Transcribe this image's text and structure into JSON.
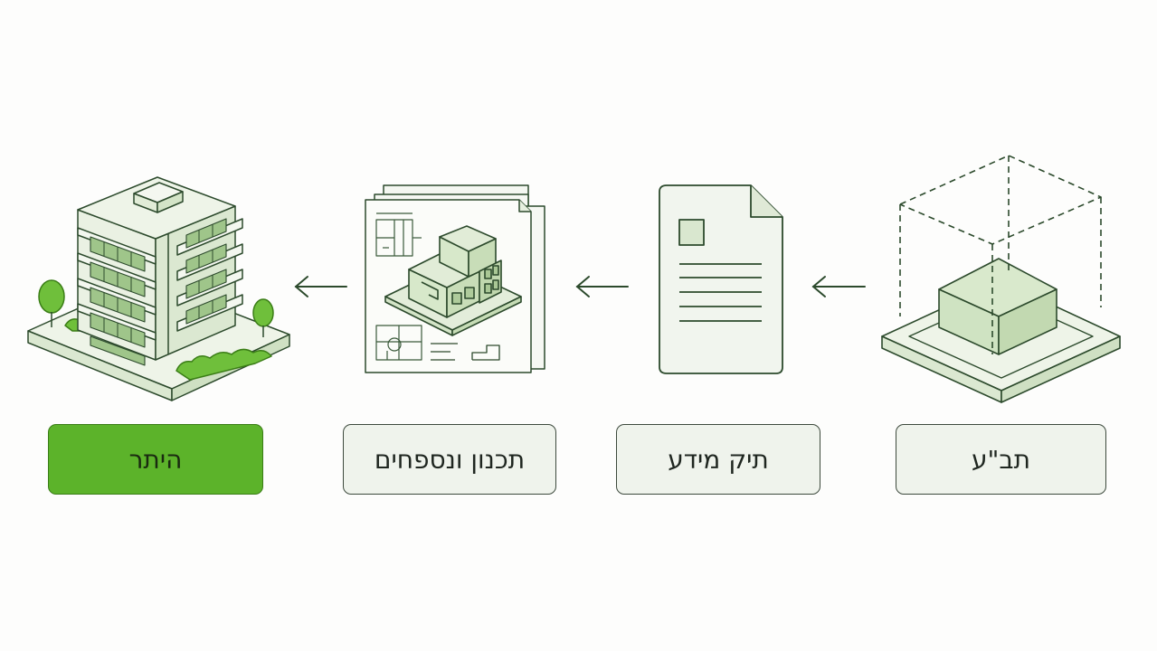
{
  "steps": [
    {
      "label": "תב\"ע",
      "icon": "zoning-plan-volume-icon"
    },
    {
      "label": "תיק מידע",
      "icon": "information-file-document-icon"
    },
    {
      "label": "תכנון ונספחים",
      "icon": "design-plans-and-appendices-icon"
    },
    {
      "label": "היתר",
      "icon": "building-permit-icon",
      "highlighted": true
    }
  ],
  "colors": {
    "stroke": "#2c4a2c",
    "fill_light": "#e6efdf",
    "fill_mid": "#cfe3c2",
    "accent_green": "#5cb32a",
    "box_bg": "#eff3ec"
  }
}
